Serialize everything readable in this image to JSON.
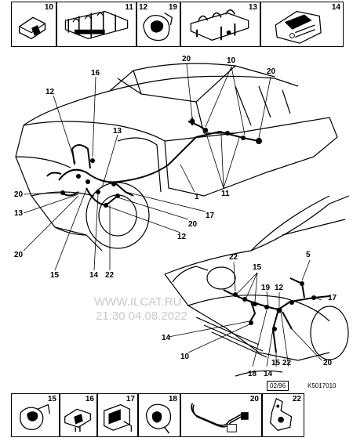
{
  "top_parts": [
    {
      "num": "10",
      "icon": "clip-10-icon"
    },
    {
      "num": "11",
      "icon": "multi-clip-11-icon"
    },
    {
      "num": "12",
      "icon": "clip-12-icon"
    },
    {
      "num": "19",
      "icon": "clip-19-icon"
    },
    {
      "num": "13",
      "icon": "multi-clip-13-icon"
    },
    {
      "num": "14",
      "icon": "bracket-14-icon"
    }
  ],
  "bottom_parts": [
    {
      "num": "15",
      "icon": "clip-15-icon"
    },
    {
      "num": "16",
      "icon": "clip-16-icon"
    },
    {
      "num": "17",
      "icon": "clip-17-icon"
    },
    {
      "num": "18",
      "icon": "clip-18-icon"
    },
    {
      "num": "20",
      "icon": "harness-20-icon"
    },
    {
      "num": "22",
      "icon": "bracket-22-icon"
    }
  ],
  "upper_callouts": {
    "c20a": "20",
    "c10": "10",
    "c20b": "20",
    "c16": "16",
    "c12a": "12",
    "c13": "13",
    "c20c": "20",
    "c13b": "13",
    "c1": "1",
    "c17": "17",
    "c11": "11",
    "c20d": "20",
    "c12b": "12",
    "c20e": "20",
    "c15": "15",
    "c14": "14",
    "c22": "22"
  },
  "lower_callouts": {
    "c22": "22",
    "c15": "15",
    "c5": "5",
    "c19": "19",
    "c12": "12",
    "c17": "17",
    "c14a": "14",
    "c20": "20",
    "c10": "10",
    "c18": "18",
    "c14b": "14",
    "c15b": "15",
    "c22b": "22"
  },
  "watermark": {
    "line1": "WWW.ILCAT.RU",
    "line2": "21:30 04.08.2022"
  },
  "date_tag": "02/96",
  "reference": "K5017010"
}
